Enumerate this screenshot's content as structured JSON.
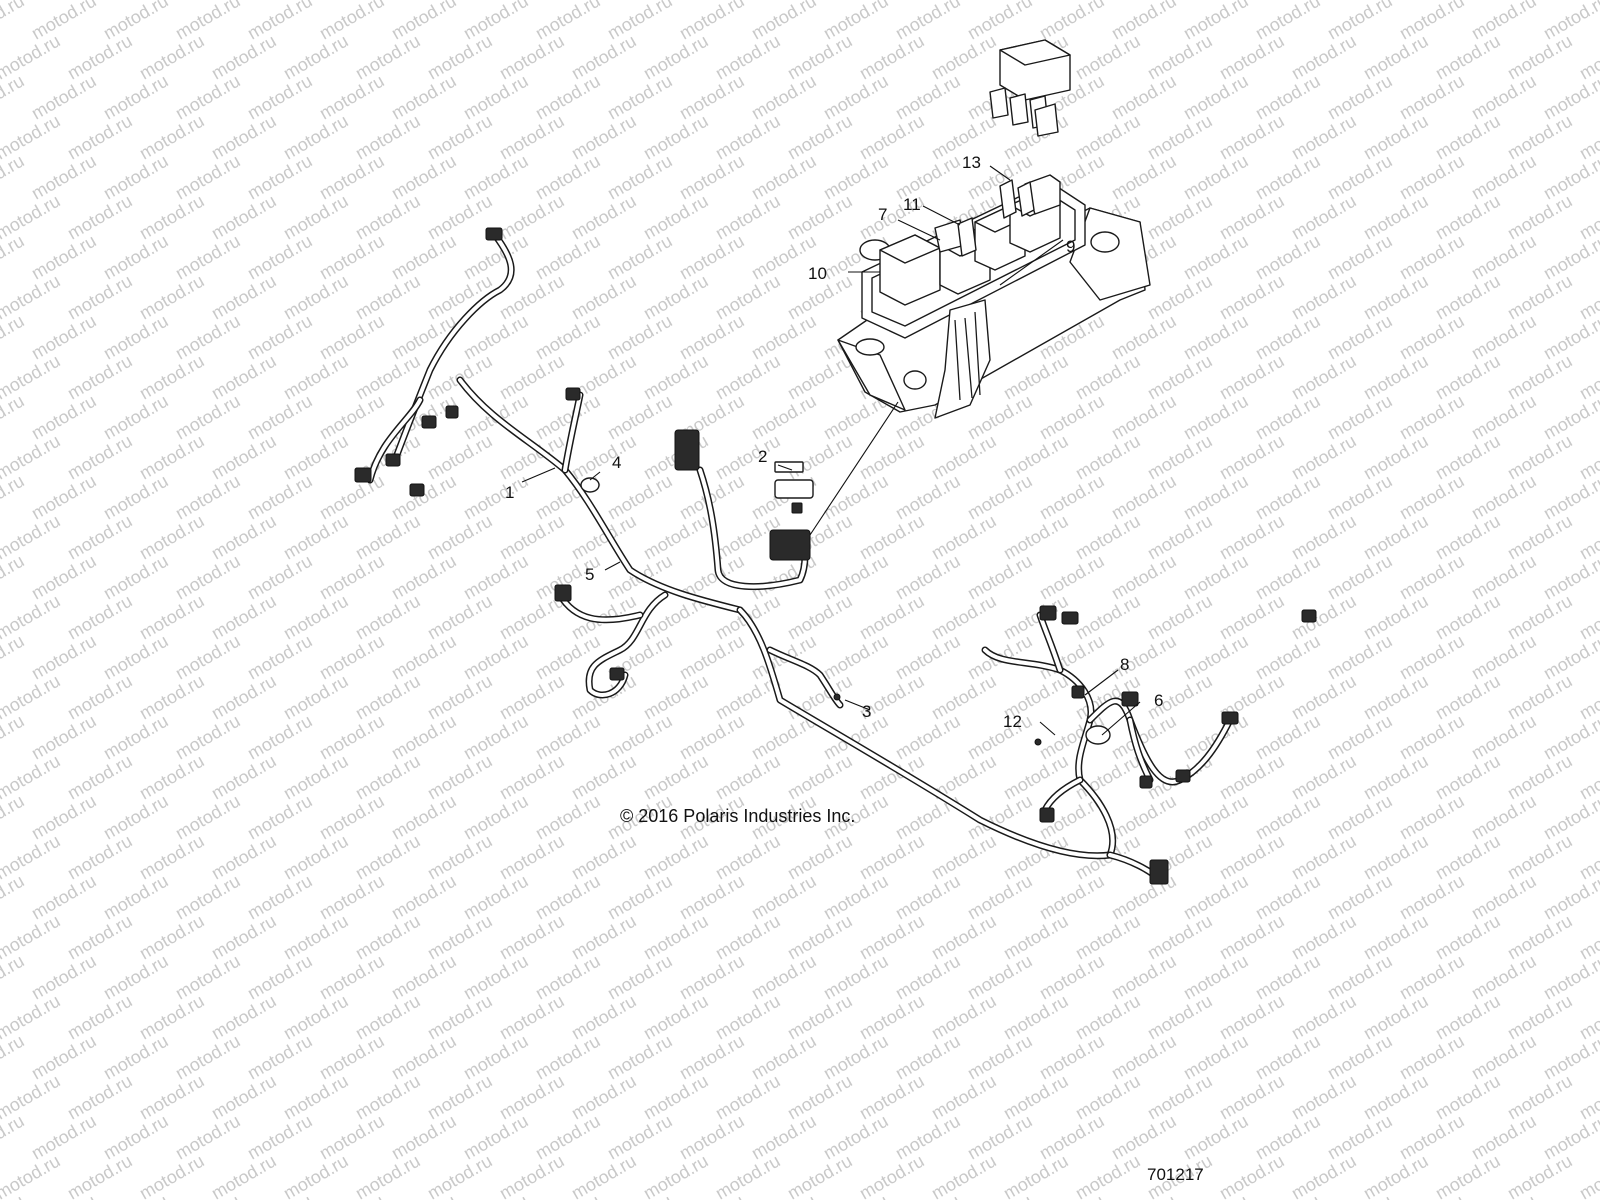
{
  "watermark": {
    "text": "motod.ru",
    "color": "#c9c9c9"
  },
  "callouts": [
    {
      "id": "callout-1",
      "text": "1"
    },
    {
      "id": "callout-2",
      "text": "2"
    },
    {
      "id": "callout-3",
      "text": "3"
    },
    {
      "id": "callout-4",
      "text": "4"
    },
    {
      "id": "callout-5",
      "text": "5"
    },
    {
      "id": "callout-6",
      "text": "6"
    },
    {
      "id": "callout-7",
      "text": "7"
    },
    {
      "id": "callout-8",
      "text": "8"
    },
    {
      "id": "callout-9",
      "text": "9"
    },
    {
      "id": "callout-10",
      "text": "10"
    },
    {
      "id": "callout-11",
      "text": "11"
    },
    {
      "id": "callout-12",
      "text": "12"
    },
    {
      "id": "callout-13",
      "text": "13"
    }
  ],
  "copyright": "© 2016 Polaris Industries Inc.",
  "diagram_number": "701217"
}
